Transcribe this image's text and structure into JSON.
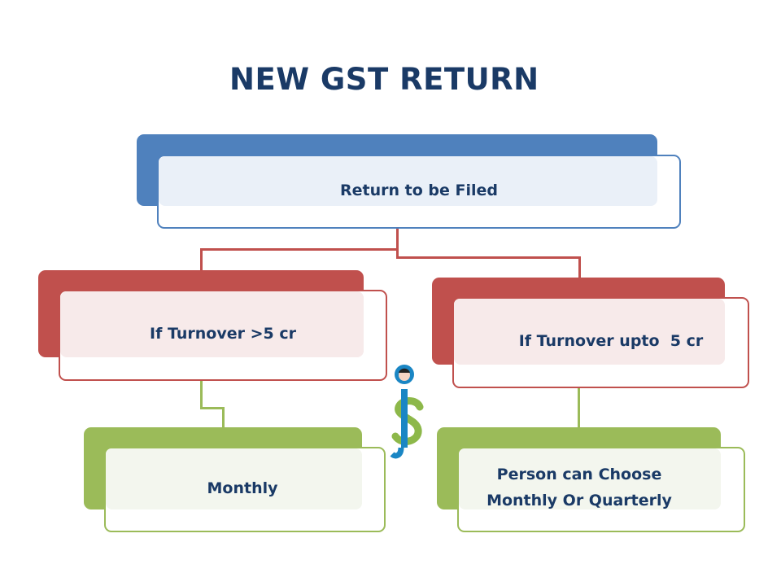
{
  "title": "NEW GST RETURN",
  "colors": {
    "title": "#1a3a66",
    "blue": "#4f81bd",
    "red": "#c0504d",
    "green": "#9bbb59",
    "text": "#1a3a66"
  },
  "nodes": {
    "root": {
      "label": "Return to be Filed"
    },
    "left_condition": {
      "label": "If Turnover >5 cr"
    },
    "right_condition": {
      "label": "If Turnover upto  5 cr"
    },
    "left_result": {
      "label": "Monthly"
    },
    "right_result": {
      "line1": "Person can Choose",
      "line2": "Monthly Or Quarterly"
    }
  },
  "logo": {
    "name": "js-logo"
  }
}
